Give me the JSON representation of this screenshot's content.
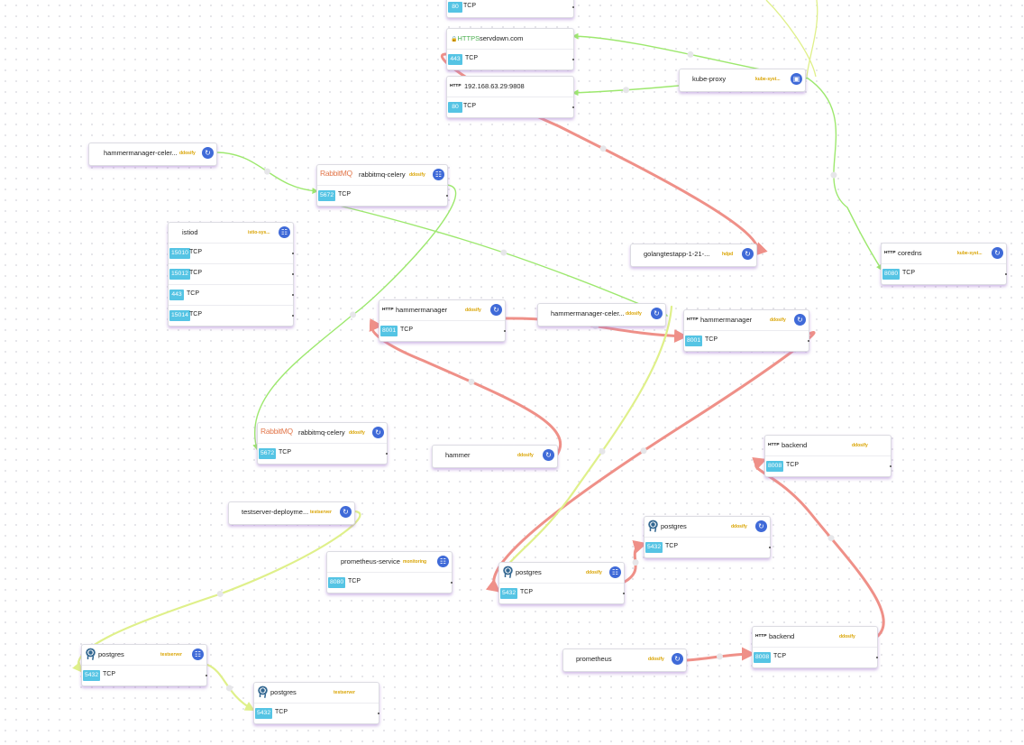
{
  "colors": {
    "http_edge": "#ef9088",
    "tcp_edge": "#9de86e",
    "dns_edge": "#dff08a",
    "port_badge": "#55c4e4",
    "namespace_badge": "#d9a300",
    "service_icon": "#3f6ad8"
  },
  "nodes": [
    {
      "id": "upstream-80-top",
      "icon": "",
      "prefix": "",
      "name": "",
      "namespace": "",
      "ports": [
        {
          "port": "80",
          "proto": "TCP"
        }
      ]
    },
    {
      "id": "servdown",
      "icon": "",
      "prefix": "HTTPS",
      "name": "servdown.com",
      "namespace": "",
      "ports": [
        {
          "port": "443",
          "proto": "TCP"
        }
      ]
    },
    {
      "id": "ip-192",
      "icon": "",
      "prefix": "HTTP",
      "name": "192.168.63.29:9808",
      "namespace": "",
      "ports": [
        {
          "port": "80",
          "proto": "TCP"
        }
      ]
    },
    {
      "id": "kube-proxy",
      "icon": "pod-icon",
      "prefix": "",
      "name": "kube-proxy",
      "namespace": "kube-syst...",
      "ports": []
    },
    {
      "id": "hm-celery-top",
      "icon": "deployment-icon",
      "prefix": "",
      "name": "hammermanager-celer...",
      "namespace": "ddosify",
      "ports": []
    },
    {
      "id": "rabbit-top",
      "icon": "service-icon",
      "prefix": "RabbitMQ",
      "name": "rabbitmq-celery",
      "namespace": "ddosify",
      "ports": [
        {
          "port": "5672",
          "proto": "TCP"
        }
      ]
    },
    {
      "id": "istiod",
      "icon": "service-icon",
      "prefix": "",
      "name": "istiod",
      "namespace": "istio-sys...",
      "ports": [
        {
          "port": "15010",
          "proto": "TCP"
        },
        {
          "port": "15012",
          "proto": "TCP"
        },
        {
          "port": "443",
          "proto": "TCP"
        },
        {
          "port": "15014",
          "proto": "TCP"
        }
      ]
    },
    {
      "id": "golangtest",
      "icon": "deployment-icon",
      "prefix": "",
      "name": "golangtestapp-1-21-...",
      "namespace": "hdpd",
      "ports": []
    },
    {
      "id": "coredns",
      "icon": "deployment-icon",
      "prefix": "HTTP",
      "name": "coredns",
      "namespace": "kube-syst...",
      "ports": [
        {
          "port": "8080",
          "proto": "TCP"
        }
      ]
    },
    {
      "id": "hm-left",
      "icon": "deployment-icon",
      "prefix": "HTTP",
      "name": "hammermanager",
      "namespace": "ddosify",
      "ports": [
        {
          "port": "8001",
          "proto": "TCP"
        }
      ]
    },
    {
      "id": "hm-celery-mid",
      "icon": "deployment-icon",
      "prefix": "",
      "name": "hammermanager-celer...",
      "namespace": "ddosify",
      "ports": []
    },
    {
      "id": "hm-right",
      "icon": "deployment-icon",
      "prefix": "HTTP",
      "name": "hammermanager",
      "namespace": "ddosify",
      "ports": [
        {
          "port": "8001",
          "proto": "TCP"
        }
      ]
    },
    {
      "id": "rabbit-low",
      "icon": "deployment-icon",
      "prefix": "RabbitMQ",
      "name": "rabbitmq-celery",
      "namespace": "ddosify",
      "ports": [
        {
          "port": "5672",
          "proto": "TCP"
        }
      ]
    },
    {
      "id": "hammer",
      "icon": "deployment-icon",
      "prefix": "",
      "name": "hammer",
      "namespace": "ddosify",
      "ports": []
    },
    {
      "id": "backend-top",
      "icon": "",
      "prefix": "HTTP",
      "name": "backend",
      "namespace": "ddosify",
      "ports": [
        {
          "port": "8008",
          "proto": "TCP"
        }
      ]
    },
    {
      "id": "testserver-dep",
      "icon": "deployment-icon",
      "prefix": "",
      "name": "testserver-deployme...",
      "namespace": "testserver",
      "ports": []
    },
    {
      "id": "prom-service",
      "icon": "service-icon",
      "prefix": "",
      "name": "prometheus-service",
      "namespace": "monitoring",
      "ports": [
        {
          "port": "8080",
          "proto": "TCP"
        }
      ]
    },
    {
      "id": "pg-ddosify-right",
      "icon": "deployment-icon",
      "prefix": "postgres-logo",
      "name": "postgres",
      "namespace": "ddosify",
      "ports": [
        {
          "port": "5432",
          "proto": "TCP"
        }
      ]
    },
    {
      "id": "pg-ddosify-left",
      "icon": "service-icon",
      "prefix": "postgres-logo",
      "name": "postgres",
      "namespace": "ddosify",
      "ports": [
        {
          "port": "5432",
          "proto": "TCP"
        }
      ]
    },
    {
      "id": "pg-test-left",
      "icon": "service-icon",
      "prefix": "postgres-logo",
      "name": "postgres",
      "namespace": "testserver",
      "ports": [
        {
          "port": "5432",
          "proto": "TCP"
        }
      ]
    },
    {
      "id": "pg-test-right",
      "icon": "",
      "prefix": "postgres-logo",
      "name": "postgres",
      "namespace": "testserver",
      "ports": [
        {
          "port": "5432",
          "proto": "TCP"
        }
      ]
    },
    {
      "id": "prometheus",
      "icon": "deployment-icon",
      "prefix": "",
      "name": "prometheus",
      "namespace": "ddosify",
      "ports": []
    },
    {
      "id": "backend-bottom",
      "icon": "",
      "prefix": "HTTP",
      "name": "backend",
      "namespace": "ddosify",
      "ports": [
        {
          "port": "8008",
          "proto": "TCP"
        }
      ]
    }
  ],
  "edges": [
    {
      "from": "hm-celery-top",
      "to": "rabbit-top",
      "kind": "tcp"
    },
    {
      "from": "rabbit-top",
      "to": "hm-celery-mid",
      "kind": "tcp"
    },
    {
      "from": "rabbit-top",
      "to": "rabbit-low",
      "kind": "tcp"
    },
    {
      "from": "kube-proxy",
      "to": "servdown",
      "kind": "tcp"
    },
    {
      "from": "kube-proxy",
      "to": "ip-192",
      "kind": "tcp"
    },
    {
      "from": "kube-proxy",
      "to": "coredns",
      "kind": "tcp"
    },
    {
      "from": "servdown",
      "to": "golangtest",
      "kind": "http"
    },
    {
      "from": "hm-left",
      "to": "hm-right",
      "kind": "http"
    },
    {
      "from": "hammer",
      "to": "hm-left",
      "kind": "http"
    },
    {
      "from": "hm-right",
      "to": "pg-ddosify-left",
      "kind": "http"
    },
    {
      "from": "pg-ddosify-left",
      "to": "pg-ddosify-right",
      "kind": "http"
    },
    {
      "from": "hm-celery-mid",
      "to": "pg-ddosify-left",
      "kind": "dns"
    },
    {
      "from": "testserver-dep",
      "to": "pg-test-left",
      "kind": "dns"
    },
    {
      "from": "pg-test-left",
      "to": "pg-test-right",
      "kind": "dns"
    },
    {
      "from": "backend-bottom",
      "to": "backend-top",
      "kind": "http"
    },
    {
      "from": "prometheus",
      "to": "backend-bottom",
      "kind": "http"
    }
  ]
}
